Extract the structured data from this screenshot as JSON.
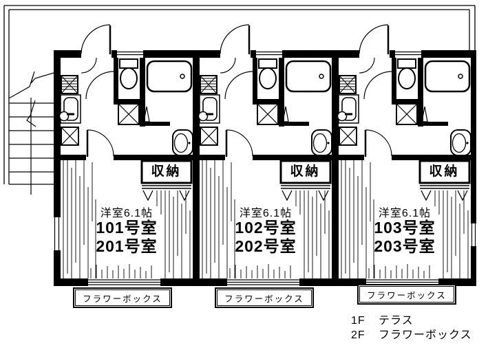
{
  "plan": {
    "units": [
      {
        "size_label": "洋室6.1帖",
        "room_upper": "101号室",
        "room_lower": "201号室",
        "closet_label": "収納",
        "flower_box_label": "フラワーボックス"
      },
      {
        "size_label": "洋室6.1帖",
        "room_upper": "102号室",
        "room_lower": "202号室",
        "closet_label": "収納",
        "flower_box_label": "フラワーボックス"
      },
      {
        "size_label": "洋室6.1帖",
        "room_upper": "103号室",
        "room_lower": "203号室",
        "closet_label": "収納",
        "flower_box_label": "フラワーボックス"
      }
    ],
    "legend": [
      {
        "floor": "1F",
        "feature": "テラス"
      },
      {
        "floor": "2F",
        "feature": "フラワーボックス"
      }
    ],
    "colors": {
      "line_color": "#000000",
      "background": "#ffffff"
    }
  }
}
